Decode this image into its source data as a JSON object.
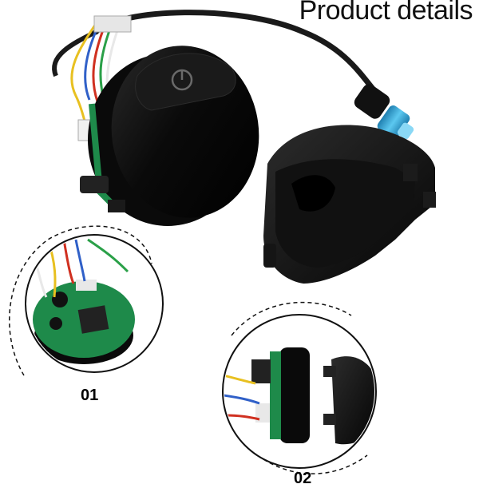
{
  "header": {
    "title": "Product details"
  },
  "callouts": [
    {
      "label": "01"
    },
    {
      "label": "02"
    }
  ],
  "colors": {
    "body_black": "#0b0b0b",
    "cable": "#1a1a1a",
    "connector_blue": "#2fa7d9",
    "pcb_green": "#1e8a4a",
    "wire_yellow": "#e8c020",
    "wire_blue": "#3060c8",
    "wire_red": "#d03020",
    "wire_white": "#e8e8e8",
    "wire_green": "#2aa048"
  },
  "icons": [
    "power-icon"
  ]
}
